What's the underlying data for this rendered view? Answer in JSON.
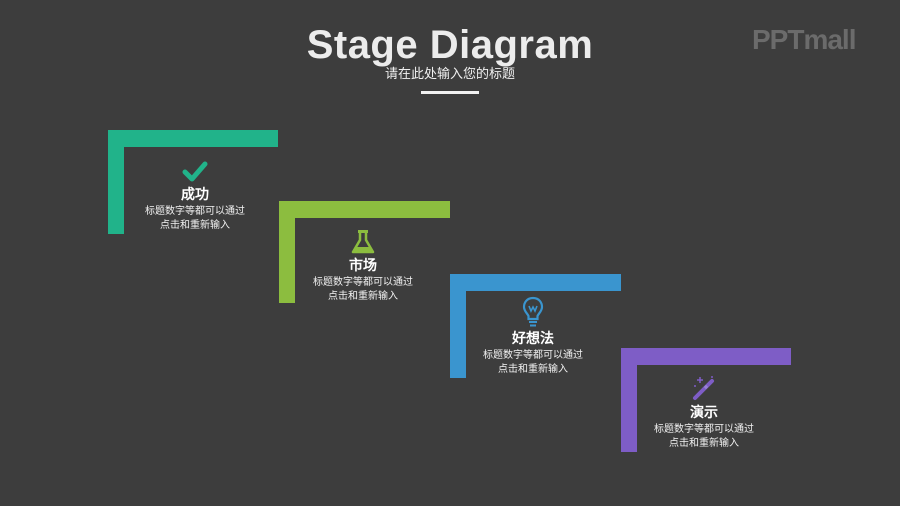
{
  "header": {
    "title": "Stage Diagram",
    "subtitle": "请在此处输入您的标题",
    "logo": "PPTmall"
  },
  "colors": {
    "background": "#3d3d3d",
    "stage1": "#21b38a",
    "stage2": "#8cbd3f",
    "stage3": "#3a95cf",
    "stage4": "#7e5dc6"
  },
  "stages": [
    {
      "icon": "checkmark-icon",
      "title": "成功",
      "desc_line1": "标题数字等都可以通过",
      "desc_line2": "点击和重新输入",
      "color": "#21b38a"
    },
    {
      "icon": "flask-icon",
      "title": "市场",
      "desc_line1": "标题数字等都可以通过",
      "desc_line2": "点击和重新输入",
      "color": "#8cbd3f"
    },
    {
      "icon": "lightbulb-icon",
      "title": "好想法",
      "desc_line1": "标题数字等都可以通过",
      "desc_line2": "点击和重新输入",
      "color": "#3a95cf"
    },
    {
      "icon": "magic-wand-icon",
      "title": "演示",
      "desc_line1": "标题数字等都可以通过",
      "desc_line2": "点击和重新输入",
      "color": "#7e5dc6"
    }
  ]
}
